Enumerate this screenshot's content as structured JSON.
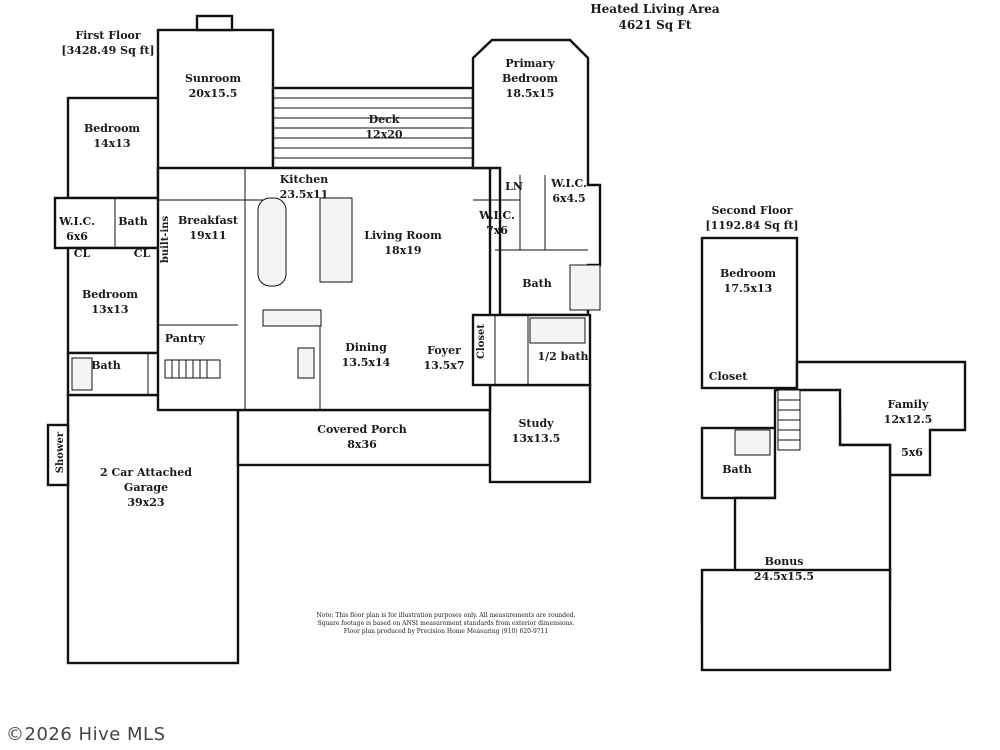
{
  "summary": {
    "title": "Heated Living Area",
    "value": "4621 Sq Ft"
  },
  "first_floor": {
    "title": "First Floor",
    "area": "[3428.49 Sq ft]"
  },
  "second_floor": {
    "title": "Second Floor",
    "area": "[1192.84 Sq ft]"
  },
  "rooms": {
    "sunroom": {
      "name": "Sunroom",
      "dim": "20x15.5"
    },
    "deck": {
      "name": "Deck",
      "dim": "12x20"
    },
    "primary_bedroom": {
      "name1": "Primary",
      "name2": "Bedroom",
      "dim": "18.5x15"
    },
    "bedroom_upper_left": {
      "name": "Bedroom",
      "dim": "14x13"
    },
    "kitchen": {
      "name": "Kitchen",
      "dim": "23.5x11"
    },
    "ln": {
      "name": "LN"
    },
    "wic_primary_small": {
      "name": "W.I.C.",
      "dim": "6x4.5"
    },
    "wic_left": {
      "name": "W.I.C.",
      "dim": "6x6"
    },
    "bath_left_small": {
      "name": "Bath"
    },
    "breakfast": {
      "name": "Breakfast",
      "dim": "19x11"
    },
    "builtins": {
      "name": "built-ins"
    },
    "wic_primary": {
      "name": "W.I.C.",
      "dim": "7x6"
    },
    "living_room": {
      "name": "Living Room",
      "dim": "18x19"
    },
    "cl_1": {
      "name": "CL"
    },
    "cl_2": {
      "name": "CL"
    },
    "bath_primary": {
      "name": "Bath"
    },
    "bedroom_lower_left": {
      "name": "Bedroom",
      "dim": "13x13"
    },
    "pantry": {
      "name": "Pantry"
    },
    "dining": {
      "name": "Dining",
      "dim": "13.5x14"
    },
    "foyer": {
      "name": "Foyer",
      "dim": "13.5x7"
    },
    "closet_foyer": {
      "name": "Closet"
    },
    "half_bath": {
      "name": "1/2 bath"
    },
    "bath_lower_left": {
      "name": "Bath"
    },
    "covered_porch": {
      "name": "Covered Porch",
      "dim": "8x36"
    },
    "study": {
      "name": "Study",
      "dim": "13x13.5"
    },
    "shower": {
      "name": "Shower"
    },
    "garage": {
      "name1": "2 Car Attached",
      "name2": "Garage",
      "dim": "39x23"
    },
    "bedroom_second": {
      "name": "Bedroom",
      "dim": "17.5x13"
    },
    "closet_second": {
      "name": "Closet"
    },
    "family": {
      "name": "Family",
      "dim": "12x12.5"
    },
    "family_nook": {
      "dim": "5x6"
    },
    "bath_second": {
      "name": "Bath"
    },
    "bonus": {
      "name": "Bonus",
      "dim": "24.5x15.5"
    }
  },
  "note": {
    "line1": "Note: This floor plan is for illustration purposes only. All measurements are rounded.",
    "line2": "Square footage is based on ANSI measurement standards from exterior dimensions.",
    "line3": "Floor plan produced by Precision Home Measuring (910) 620-9711"
  },
  "copyright": "©2026 Hive MLS"
}
